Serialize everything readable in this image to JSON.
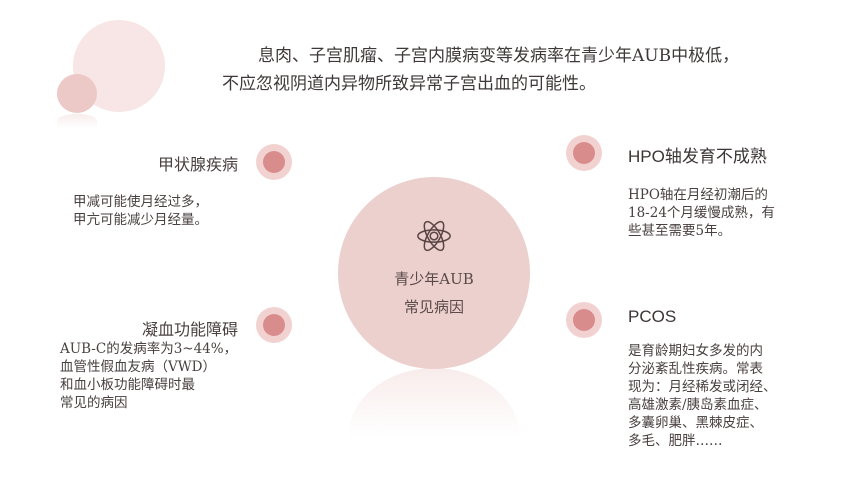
{
  "intro": {
    "line1": "息肉、子宫肌瘤、子宫内膜病变等发病率在青少年AUB中极低，",
    "line2": "不应忽视阴道内异物所致异常子宫出血的可能性。"
  },
  "center": {
    "icon": "atom-icon",
    "title_line1": "青少年AUB",
    "title_line2": "常见病因"
  },
  "colors": {
    "center_circle": "#ecd0cd",
    "dot_outer": "#f2d2d1",
    "dot_inner": "#d98c8c",
    "deco_big": "#f7e6e5",
    "deco_small": "#ecc9c6",
    "text": "#4a4040"
  },
  "items": [
    {
      "title": "甲状腺疾病",
      "desc": "甲减可能使月经过多，\n甲亢可能减少月经量。"
    },
    {
      "title": "凝血功能障碍",
      "desc": "AUB-C的发病率为3~44%，\n血管性假血友病（VWD）\n和血小板功能障碍时最\n常见的病因"
    },
    {
      "title": "HPO轴发育不成熟",
      "desc": "HPO轴在月经初潮后的\n18-24个月缓慢成熟，有\n些甚至需要5年。"
    },
    {
      "title": "PCOS",
      "desc": "是育龄期妇女多发的内\n分泌紊乱性疾病。常表\n现为：月经稀发或闭经、\n高雄激素/胰岛素血症、\n多囊卵巢、黑棘皮症、\n多毛、肥胖……"
    }
  ]
}
